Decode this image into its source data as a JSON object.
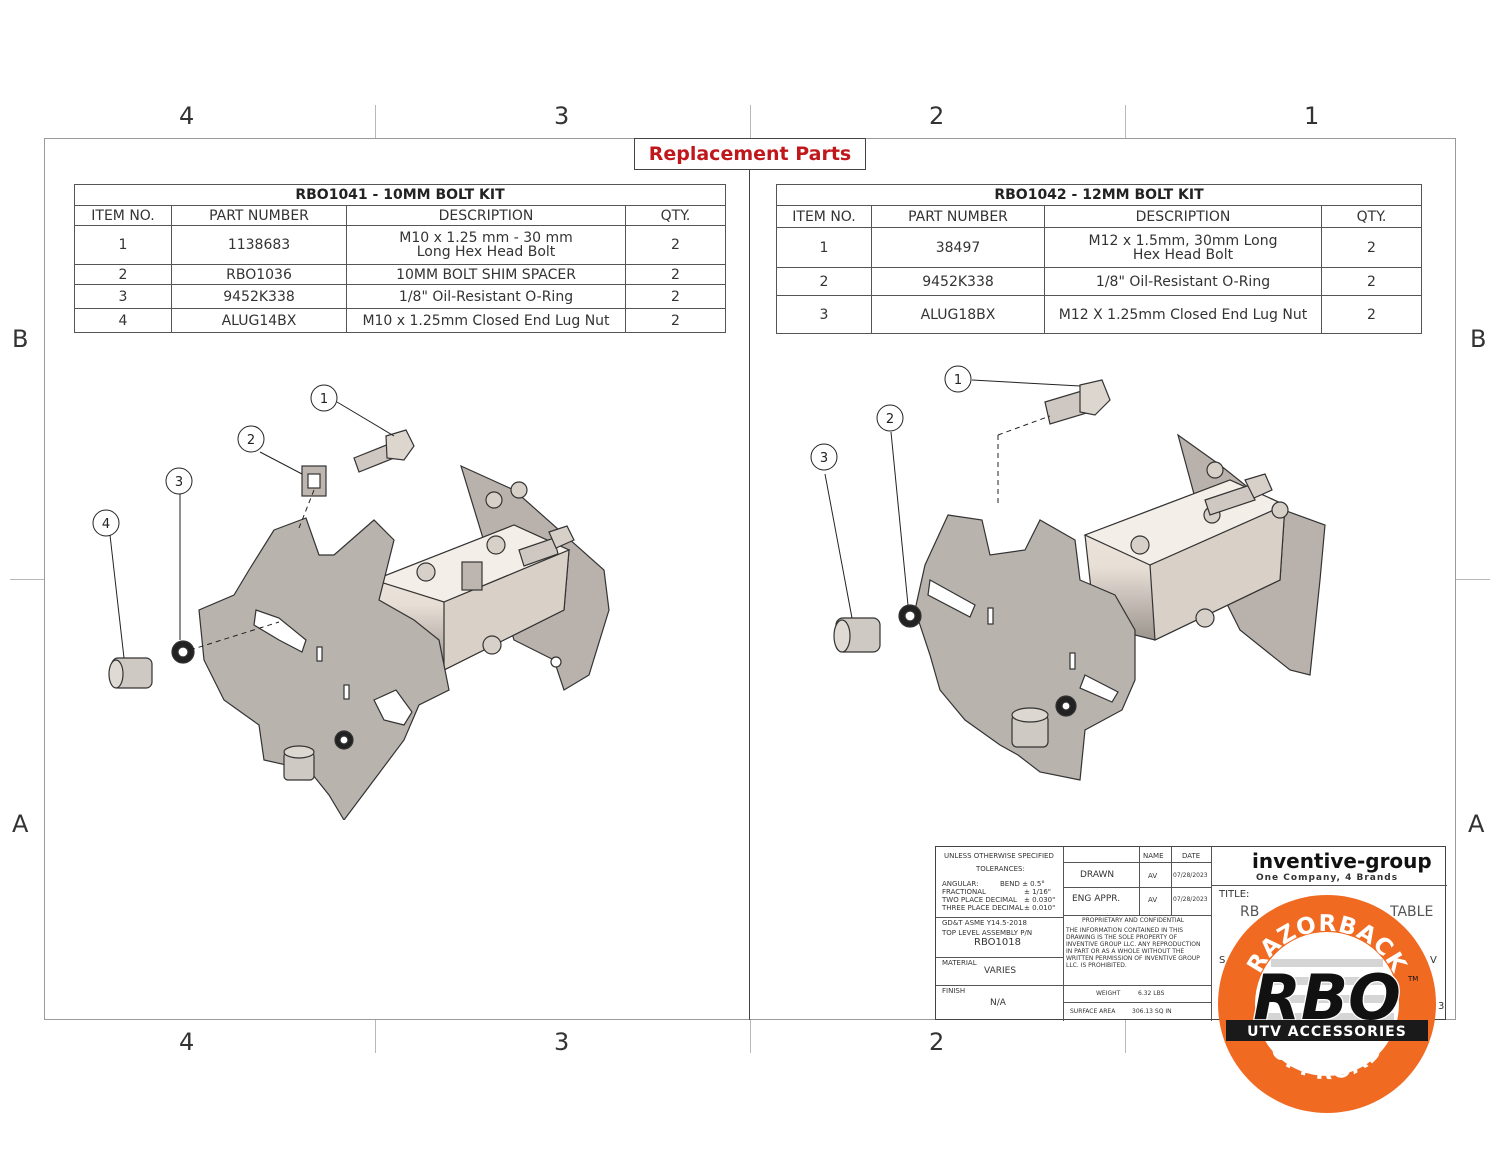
{
  "zones": {
    "top": [
      "4",
      "3",
      "2",
      "1"
    ],
    "bottom": [
      "4",
      "3",
      "2"
    ],
    "left": [
      "B",
      "A"
    ],
    "right": [
      "B",
      "A"
    ]
  },
  "heading": "Replacement Parts",
  "bom_left": {
    "title": "RBO1041 - 10MM BOLT KIT",
    "headers": [
      "ITEM NO.",
      "PART NUMBER",
      "DESCRIPTION",
      "QTY."
    ],
    "rows": [
      {
        "item": "1",
        "part": "1138683",
        "desc": "M10 x 1.25 mm - 30 mm Long Hex Head Bolt",
        "qty": "2"
      },
      {
        "item": "2",
        "part": "RBO1036",
        "desc": "10MM BOLT SHIM SPACER",
        "qty": "2"
      },
      {
        "item": "3",
        "part": "9452K338",
        "desc": "1/8\" Oil-Resistant O-Ring",
        "qty": "2"
      },
      {
        "item": "4",
        "part": "ALUG14BX",
        "desc": "M10 x 1.25mm Closed End Lug Nut",
        "qty": "2"
      }
    ]
  },
  "bom_right": {
    "title": "RBO1042 - 12MM BOLT KIT",
    "headers": [
      "ITEM NO.",
      "PART NUMBER",
      "DESCRIPTION",
      "QTY."
    ],
    "rows": [
      {
        "item": "1",
        "part": "38497",
        "desc": "M12 x 1.5mm, 30mm Long Hex Head Bolt",
        "qty": "2"
      },
      {
        "item": "2",
        "part": "9452K338",
        "desc": "1/8\" Oil-Resistant O-Ring",
        "qty": "2"
      },
      {
        "item": "3",
        "part": "ALUG18BX",
        "desc": "M12 X 1.25mm Closed End Lug Nut",
        "qty": "2"
      }
    ]
  },
  "balloons_left": [
    "1",
    "2",
    "3",
    "4"
  ],
  "balloons_right": [
    "1",
    "2",
    "3"
  ],
  "title_block": {
    "unless": "UNLESS OTHERWISE SPECIFIED",
    "tolerances": "TOLERANCES:",
    "angular": "ANGULAR:",
    "angular_val": "BEND ± 0.5°",
    "fractional": "FRACTIONAL",
    "fractional_val": "± 1/16\"",
    "two_place": "TWO PLACE DECIMAL",
    "two_place_val": "± 0.030\"",
    "three_place": "THREE PLACE DECIMAL",
    "three_place_val": "± 0.010\"",
    "gdt": "GD&T ASME Y14.5-2018",
    "top_level": "TOP LEVEL ASSEMBLY P/N",
    "top_level_val": "RBO1018",
    "material": "MATERIAL",
    "material_val": "VARIES",
    "finish": "FINISH",
    "finish_val": "N/A",
    "name_h": "NAME",
    "date_h": "DATE",
    "drawn": "DRAWN",
    "drawn_name": "AV",
    "drawn_date": "07/28/2023",
    "eng": "ENG APPR.",
    "eng_name": "AV",
    "eng_date": "07/28/2023",
    "proprietary": "PROPRIETARY AND CONFIDENTIAL",
    "proprietary_text": "THE INFORMATION CONTAINED IN THIS DRAWING IS THE SOLE PROPERTY OF INVENTIVE GROUP LLC. ANY REPRODUCTION IN PART OR AS A WHOLE WITHOUT THE WRITTEN PERMISSION OF INVENTIVE GROUP LLC. IS PROHIBITED.",
    "weight": "WEIGHT",
    "weight_val": "6.32 LBS",
    "surface": "SURFACE AREA",
    "surface_val": "306.13 SQ IN",
    "company": "inventive-group",
    "tagline": "One Company, 4 Brands",
    "title_label": "TITLE:",
    "title_frag_left": "RB",
    "title_frag_right": "TABLE",
    "frag_s": "S",
    "frag_v": "V",
    "frag_3": "3"
  },
  "logo": {
    "top_arc": "RAZORBACK",
    "mark": "RBO",
    "tm": "TM",
    "band": "UTV ACCESSORIES",
    "bottom_arc": "OFFROAD"
  },
  "colors": {
    "heading": "#c0171c",
    "logo_orange": "#f06a22",
    "part_fill": "#bdb7b1",
    "part_shade": "#8f8983",
    "part_light": "#ede6df"
  }
}
